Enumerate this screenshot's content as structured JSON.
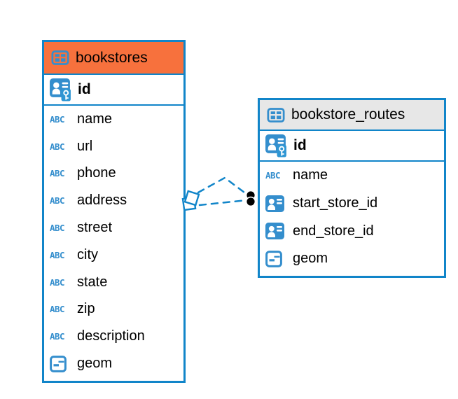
{
  "palette": {
    "accent_blue": "#1185C9",
    "icon_blue": "#348ECD",
    "orange_header_bg": "#F7713D",
    "gray_header_bg": "#E7E7E7",
    "text_color": "#000000",
    "endpoint_dot_color": "#000000"
  },
  "icons": {
    "table_icon": "table-grid",
    "primary_key_icon": "person-card-with-key",
    "reference_icon": "person-card",
    "geometry_icon": "geometry-square",
    "text_type_badge": "ABC"
  },
  "tables": [
    {
      "name": "bookstores",
      "header_style": "orange",
      "primary_key": {
        "name": "id",
        "type": "key"
      },
      "fields": [
        {
          "name": "name",
          "type": "text"
        },
        {
          "name": "url",
          "type": "text"
        },
        {
          "name": "phone",
          "type": "text"
        },
        {
          "name": "address",
          "type": "text"
        },
        {
          "name": "street",
          "type": "text"
        },
        {
          "name": "city",
          "type": "text"
        },
        {
          "name": "state",
          "type": "text"
        },
        {
          "name": "zip",
          "type": "text"
        },
        {
          "name": "description",
          "type": "text"
        },
        {
          "name": "geom",
          "type": "geometry"
        }
      ]
    },
    {
      "name": "bookstore_routes",
      "header_style": "gray",
      "primary_key": {
        "name": "id",
        "type": "key"
      },
      "fields": [
        {
          "name": "name",
          "type": "text"
        },
        {
          "name": "start_store_id",
          "type": "reference"
        },
        {
          "name": "end_store_id",
          "type": "reference"
        },
        {
          "name": "geom",
          "type": "geometry"
        }
      ]
    }
  ],
  "relation": {
    "style": "dashed",
    "between": [
      "bookstores",
      "bookstore_routes"
    ],
    "endpoint_markers": [
      "stacked-squares",
      "stacked-dots"
    ]
  }
}
